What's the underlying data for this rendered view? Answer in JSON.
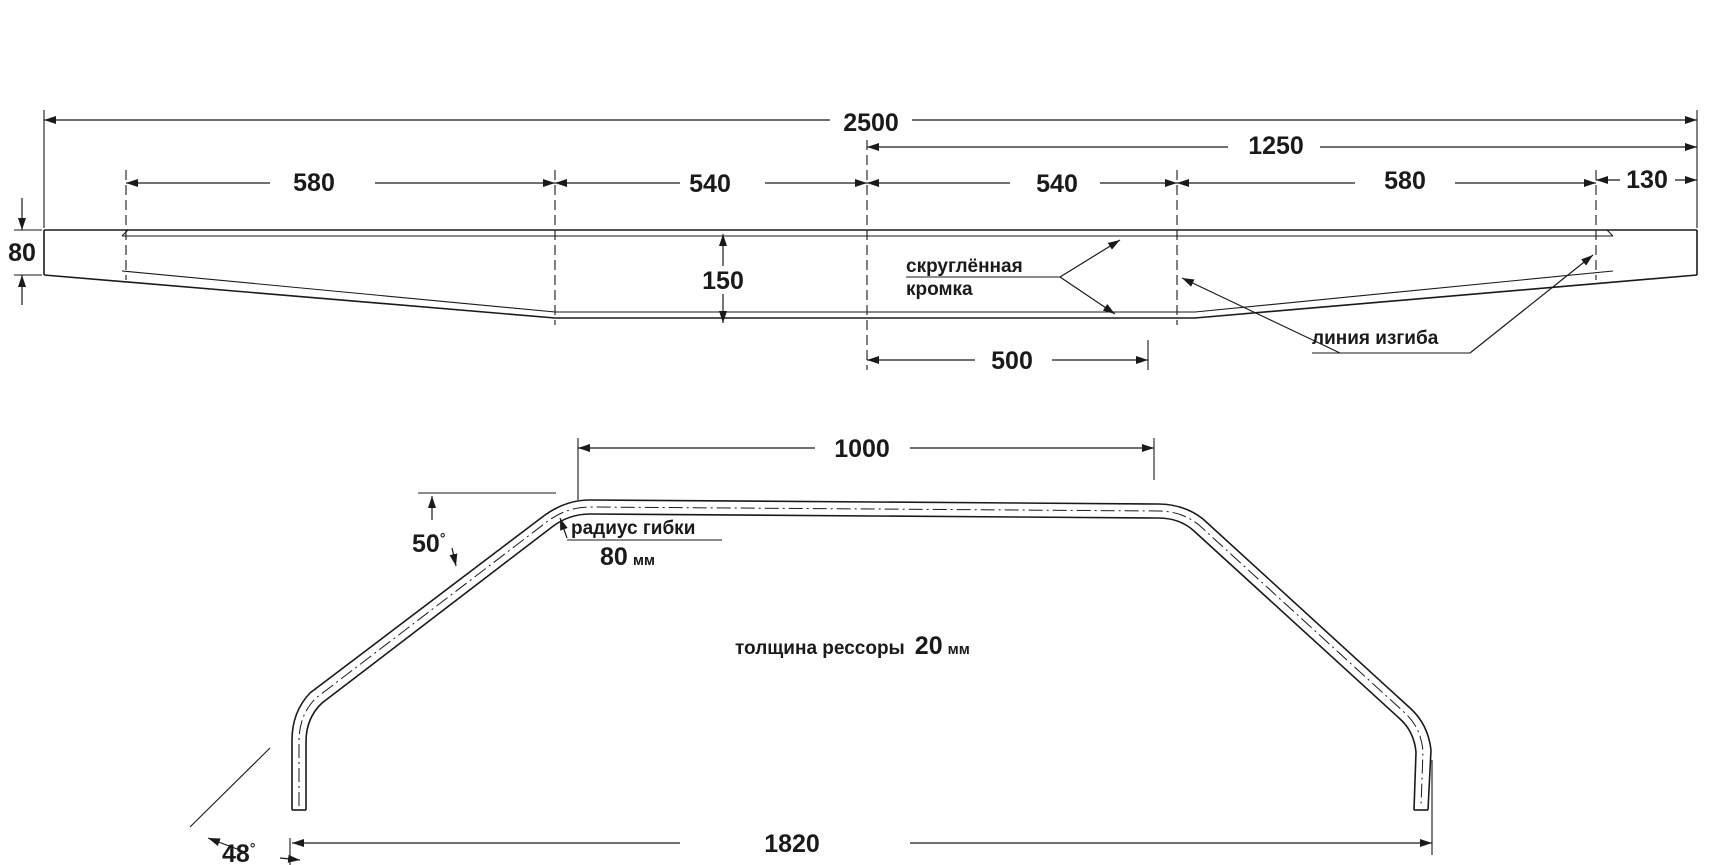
{
  "dims": {
    "total_length": "2500",
    "half_length": "1250",
    "left_seg": "580",
    "left_mid": "540",
    "right_mid": "540",
    "right_seg": "580",
    "end_len": "130",
    "end_height": "80",
    "mid_height": "150",
    "center_len": "500",
    "top_flat": "1000",
    "span": "1820",
    "angle_top": "50",
    "angle_bottom": "48",
    "degree_mark": "°"
  },
  "labels": {
    "rounded_edge_1": "скруглённая",
    "rounded_edge_2": "кромка",
    "bend_line": "линия изгиба",
    "bend_radius_label": "радиус гибки",
    "bend_radius_value": "80",
    "thickness_label": "толщина рессоры",
    "thickness_value": "20",
    "unit_mm": "мм"
  }
}
